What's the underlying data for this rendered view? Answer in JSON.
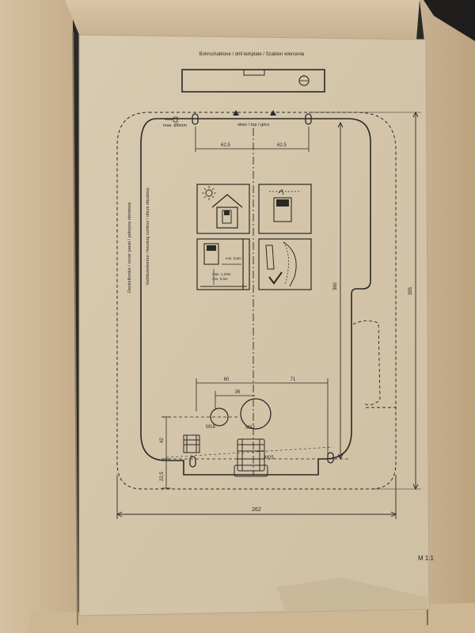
{
  "template": {
    "title": "Bohrschablone / drill template / Szablon wiercenia",
    "hole_label": "max. Ø6mm",
    "top_label": "oben / top / góra",
    "side_label_outer": "Deckelkontur / cover panel / pokrywa obrotowa",
    "side_label_inner": "Gehäusekontur / housing contour / obrys obudowy",
    "install_min_clearance": "min. 0,5m",
    "install_heights": [
      "max. 1,20m",
      "min. 0,5m"
    ],
    "scale": "M 1:1"
  },
  "dimensions": {
    "hole_spacing_left": "62,5",
    "hole_spacing_right": "62,5",
    "gland_spacing_60": "60",
    "gland_spacing_36": "36",
    "gland_offset_71": "71",
    "left_height_42": "42",
    "left_height_22_5": "22,5",
    "total_width": "262",
    "inner_height": "360",
    "outer_height": "395"
  },
  "glands": {
    "small": "M16",
    "large": "M32",
    "mounted": "M25"
  },
  "colors": {
    "cardboard": "#c9b89b",
    "sheet": "#d5c7ad",
    "ink": "#2a2926",
    "box_flap_dark": "#1f1e1d"
  }
}
